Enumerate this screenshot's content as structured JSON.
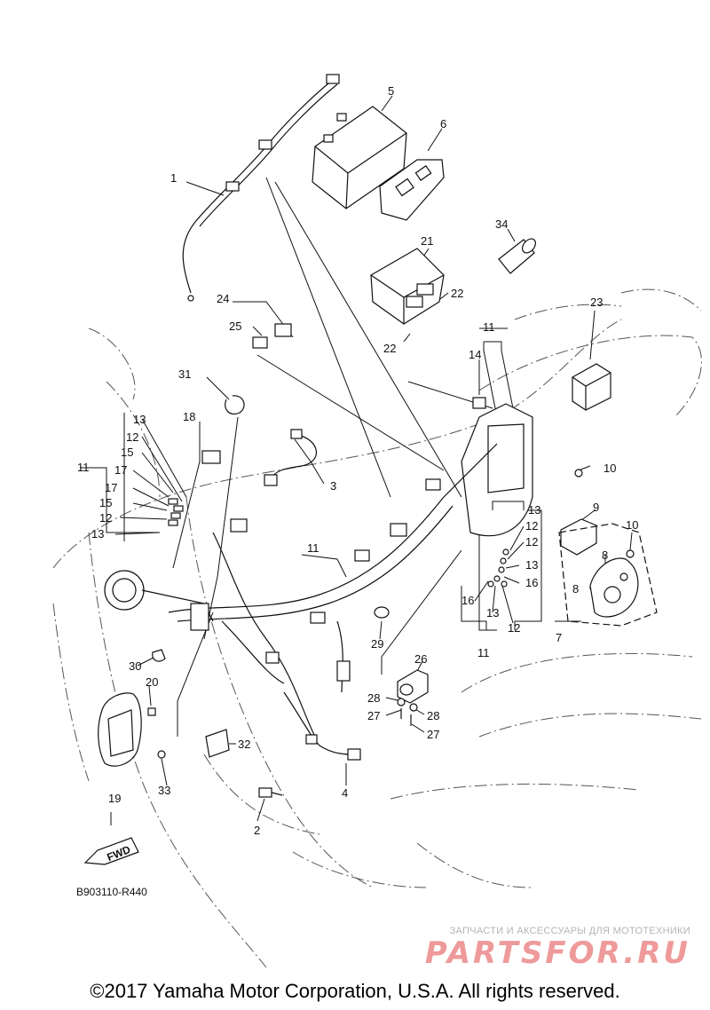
{
  "callouts": {
    "n1": "1",
    "n2": "2",
    "n3": "3",
    "n4": "4",
    "n5": "5",
    "n6": "6",
    "n7": "7",
    "n8a": "8",
    "n8b": "8",
    "n9": "9",
    "n10a": "10",
    "n10b": "10",
    "n11a": "11",
    "n11b": "11",
    "n11c": "11",
    "n11d": "11",
    "n12a": "12",
    "n12b": "12",
    "n12c": "12",
    "n12d": "12",
    "n12e": "12",
    "n13a": "13",
    "n13b": "13",
    "n13c": "13",
    "n13d": "13",
    "n13e": "13",
    "n14": "14",
    "n15a": "15",
    "n15b": "15",
    "n16a": "16",
    "n16b": "16",
    "n17a": "17",
    "n17b": "17",
    "n18": "18",
    "n19": "19",
    "n20": "20",
    "n21": "21",
    "n22a": "22",
    "n22b": "22",
    "n23": "23",
    "n24": "24",
    "n25": "25",
    "n26": "26",
    "n27a": "27",
    "n27b": "27",
    "n28a": "28",
    "n28b": "28",
    "n29": "29",
    "n30": "30",
    "n31": "31",
    "n32": "32",
    "n33": "33",
    "n34": "34"
  },
  "fwd_label": "FWD",
  "drawing_code": "B903110-R440",
  "watermark": {
    "tagline": "ЗАПЧАСТИ И АКСЕССУАРЫ ДЛЯ МОТОТЕХНИКИ",
    "logo": "PARTSFOR.RU"
  },
  "copyright": "©2017 Yamaha Motor Corporation, U.S.A. All rights reserved.",
  "colors": {
    "line": "#111111",
    "ghost": "#555555",
    "watermark_logo": "#ef9a9a"
  }
}
